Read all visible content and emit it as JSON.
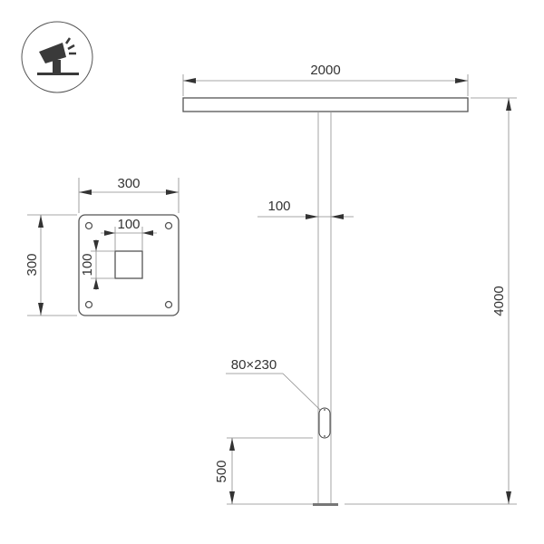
{
  "icon": {
    "name": "spotlight-pole-icon",
    "stroke_color": "#555555",
    "fill_color": "#3a3a3a"
  },
  "drawing": {
    "arm_width_label": "2000",
    "total_height_label": "4000",
    "pole_width_label": "100",
    "hatch_size_label": "80×230",
    "hatch_height_label": "500"
  },
  "base_plate": {
    "width_label": "300",
    "height_label": "300",
    "inner_width_label": "100",
    "inner_height_label": "100",
    "bolt_holes": 4
  },
  "colors": {
    "line": "#555555",
    "dimension": "#8a8a8a",
    "text": "#333333",
    "background": "#ffffff"
  }
}
